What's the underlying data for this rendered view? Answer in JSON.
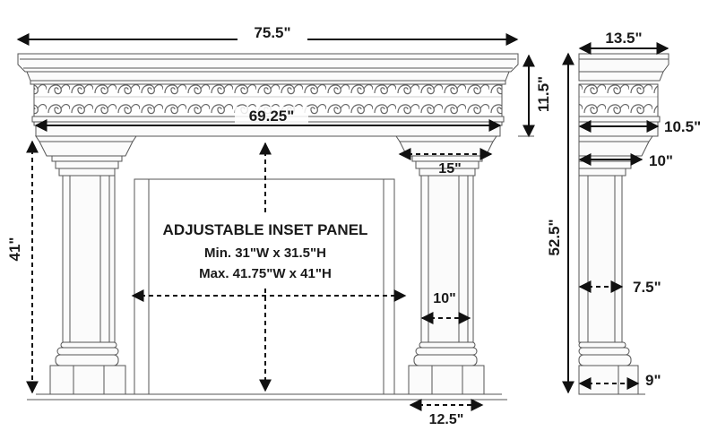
{
  "front": {
    "overall_width": "75.5\"",
    "inner_width": "69.25\"",
    "shelf_height": "11.5\"",
    "leg_height": "41\"",
    "capital_width": "15\"",
    "column_width": "10\"",
    "base_width": "12.5\""
  },
  "panel": {
    "title": "ADJUSTABLE INSET PANEL",
    "min": "Min. 31\"W x 31.5\"H",
    "max": "Max. 41.75\"W x 41\"H"
  },
  "side": {
    "shelf_depth": "13.5\"",
    "frieze_depth": "10.5\"",
    "capital_depth": "10\"",
    "total_height": "52.5\"",
    "column_depth": "7.5\"",
    "base_depth": "9\""
  },
  "colors": {
    "line": "#555555",
    "arrow": "#111111",
    "text": "#1a1a1a"
  }
}
